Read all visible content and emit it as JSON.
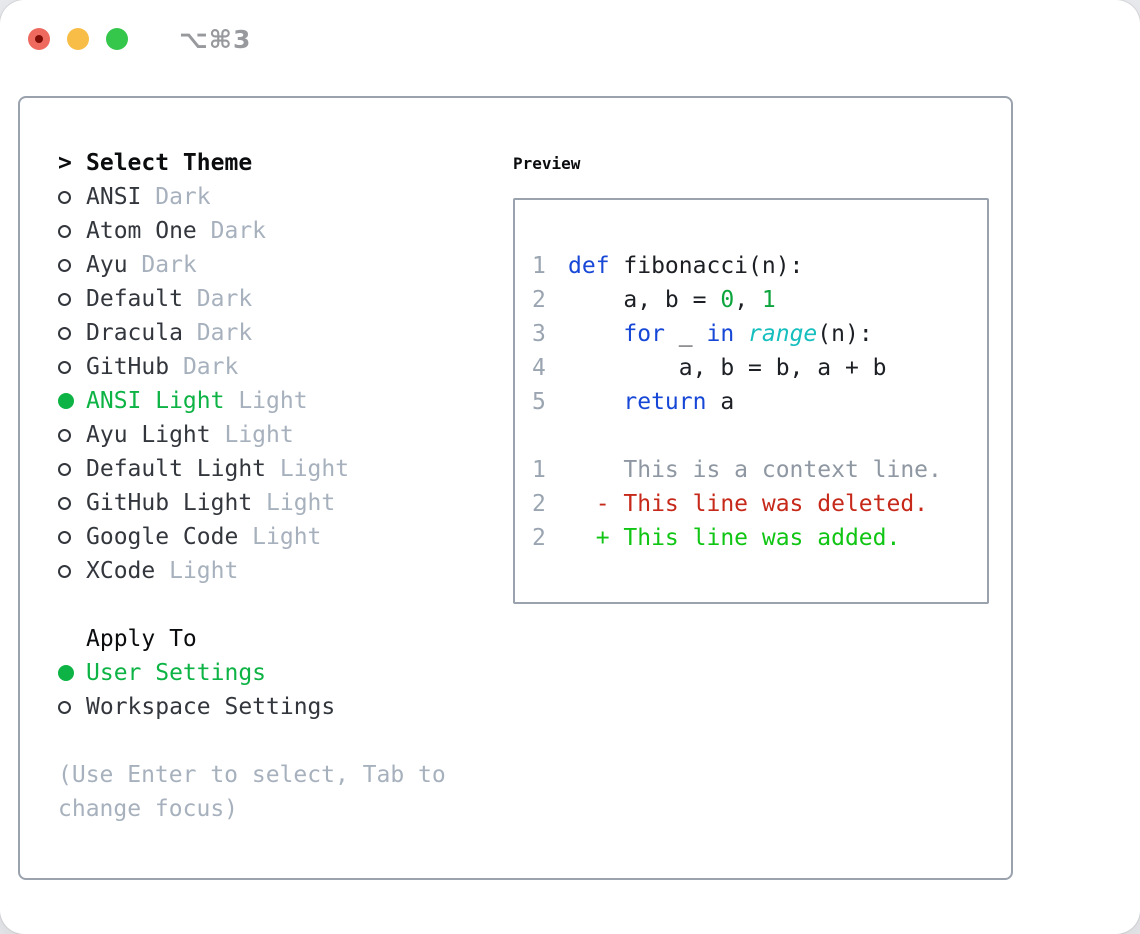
{
  "window": {
    "title": "⌥⌘3",
    "traffic_lights": [
      "close",
      "minimize",
      "zoom"
    ]
  },
  "theme_list": {
    "cursor": ">",
    "header": "Select Theme",
    "items": [
      {
        "name": "ANSI",
        "tag": "Dark",
        "selected": false
      },
      {
        "name": "Atom One",
        "tag": "Dark",
        "selected": false
      },
      {
        "name": "Ayu",
        "tag": "Dark",
        "selected": false
      },
      {
        "name": "Default",
        "tag": "Dark",
        "selected": false
      },
      {
        "name": "Dracula",
        "tag": "Dark",
        "selected": false
      },
      {
        "name": "GitHub",
        "tag": "Dark",
        "selected": false
      },
      {
        "name": "ANSI Light",
        "tag": "Light",
        "selected": true
      },
      {
        "name": "Ayu Light",
        "tag": "Light",
        "selected": false
      },
      {
        "name": "Default Light",
        "tag": "Light",
        "selected": false
      },
      {
        "name": "GitHub Light",
        "tag": "Light",
        "selected": false
      },
      {
        "name": "Google Code",
        "tag": "Light",
        "selected": false
      },
      {
        "name": "XCode",
        "tag": "Light",
        "selected": false
      }
    ]
  },
  "apply_to": {
    "header": "Apply To",
    "options": [
      {
        "label": "User Settings",
        "selected": true
      },
      {
        "label": "Workspace Settings",
        "selected": false
      }
    ]
  },
  "help_text": "(Use Enter to select, Tab to change focus)",
  "preview": {
    "title": "Preview",
    "code_lines": [
      {
        "num": "1",
        "segments": [
          {
            "text": "def",
            "type": "kw"
          },
          {
            "text": " fibonacci(n):",
            "type": "plain"
          }
        ]
      },
      {
        "num": "2",
        "segments": [
          {
            "text": "    a, b = ",
            "type": "plain"
          },
          {
            "text": "0",
            "type": "num"
          },
          {
            "text": ", ",
            "type": "plain"
          },
          {
            "text": "1",
            "type": "num"
          }
        ]
      },
      {
        "num": "3",
        "segments": [
          {
            "text": "    ",
            "type": "plain"
          },
          {
            "text": "for",
            "type": "kw"
          },
          {
            "text": " _ ",
            "type": "plain"
          },
          {
            "text": "in",
            "type": "kw"
          },
          {
            "text": " ",
            "type": "plain"
          },
          {
            "text": "range",
            "type": "builtin"
          },
          {
            "text": "(n):",
            "type": "plain"
          }
        ]
      },
      {
        "num": "4",
        "segments": [
          {
            "text": "        a, b = b, a + b",
            "type": "plain"
          }
        ]
      },
      {
        "num": "5",
        "segments": [
          {
            "text": "    ",
            "type": "plain"
          },
          {
            "text": "return",
            "type": "kw"
          },
          {
            "text": " a",
            "type": "plain"
          }
        ]
      }
    ],
    "diff_lines": [
      {
        "num": "1",
        "text": "    This is a context line.",
        "type": "context"
      },
      {
        "num": "2",
        "text": "  - This line was deleted.",
        "type": "deleted"
      },
      {
        "num": "2",
        "text": "  + This line was added.",
        "type": "added"
      }
    ]
  },
  "colors": {
    "selection_green": "#0db344",
    "keyword_blue": "#1747d6",
    "builtin_cyan": "#16bebe",
    "number_green": "#0da53e",
    "added_green": "#10c513",
    "deleted_red": "#c6291a",
    "dim_gray": "#a7b1bd",
    "border_gray": "#99a2ad"
  }
}
